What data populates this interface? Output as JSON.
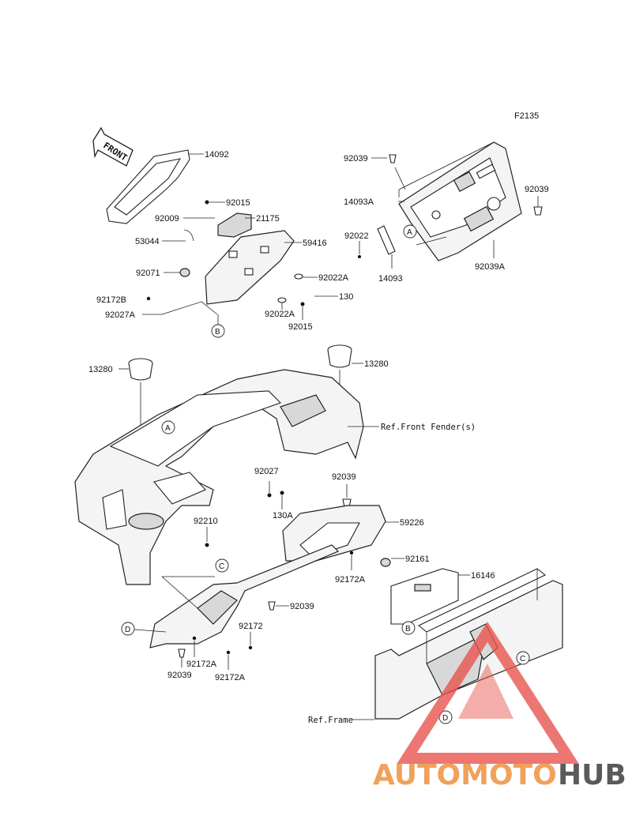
{
  "figure_code": "F2135",
  "front_label": "FRONT",
  "labels": {
    "p14092": "14092",
    "p92015a": "92015",
    "p92009": "92009",
    "p21175": "21175",
    "p53044": "53044",
    "p59416": "59416",
    "p92071": "92071",
    "p92022A_1": "92022A",
    "p92172B": "92172B",
    "p130": "130",
    "p92027A": "92027A",
    "p92022A_2": "92022A",
    "p92015b": "92015",
    "p92039a": "92039",
    "p14093A": "14093A",
    "p92039b": "92039",
    "p92022": "92022",
    "p14093": "14093",
    "p92039A": "92039A",
    "p13280a": "13280",
    "p13280b": "13280",
    "ref_fender": "Ref.Front Fender(s)",
    "p92027": "92027",
    "p130A": "130A",
    "p92039c": "92039",
    "p59226": "59226",
    "p92210": "92210",
    "p92161": "92161",
    "p92172A_a": "92172A",
    "p16146": "16146",
    "p92039d": "92039",
    "p92172": "92172",
    "p92172A_b": "92172A",
    "p92039e": "92039",
    "p92172A_c": "92172A",
    "ref_frame": "Ref.Frame"
  },
  "callouts": {
    "A_top": "A",
    "B_top": "B",
    "A_dash": "A",
    "C_dash": "C",
    "D_left": "D",
    "B_frame": "B",
    "C_frame": "C",
    "D_frame": "D"
  },
  "watermark": {
    "part1": "AUTOMOTO",
    "part2": "HUB",
    "color1": "#f0a15a",
    "color2": "#5a5a5a",
    "triangle_color": "#e8564f"
  }
}
